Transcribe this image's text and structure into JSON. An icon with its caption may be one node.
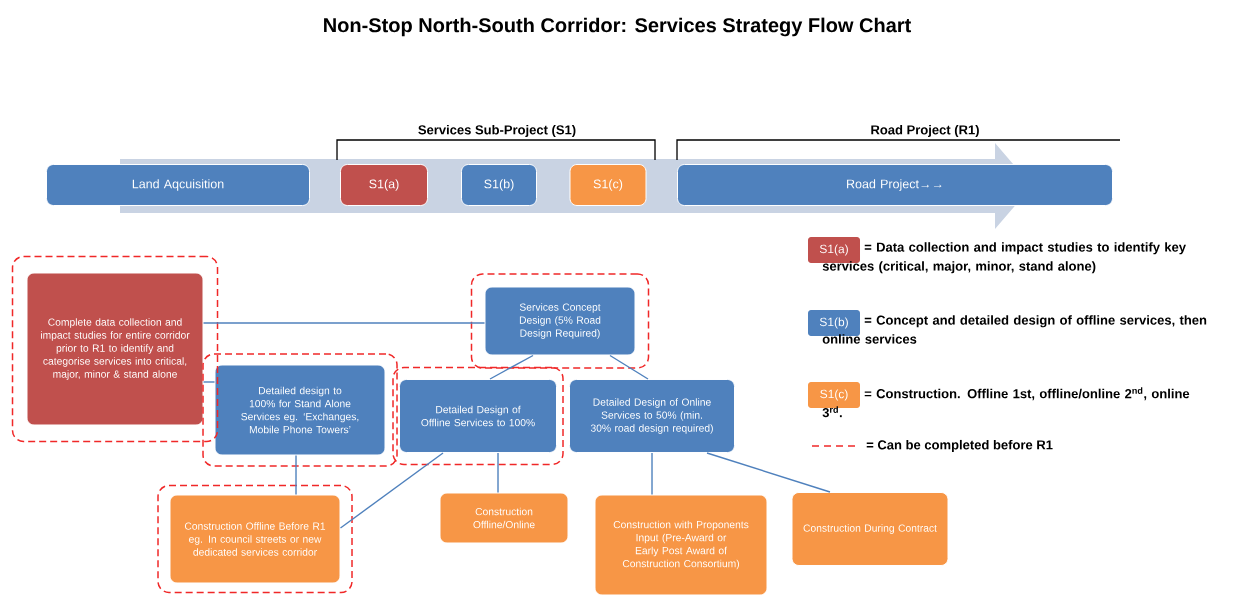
{
  "diagram": {
    "title": "Non-Stop North-South Corridor: Services Strategy Flow Chart",
    "nodes": [
      {
        "text": [
          "Land Aqcuisition"
        ]
      },
      {
        "text": [
          "S1(a)"
        ]
      },
      {
        "text": [
          "S1(b)"
        ]
      },
      {
        "text": [
          "S1(c)"
        ]
      },
      {
        "text": [
          "Road Project→→"
        ]
      },
      {
        "text": [],
        "shape": "box"
      },
      {
        "text": [
          "Complete data collection and impact studies for entire corridor prior to R1 to identify and categorise services into critical, major, minor & stand alone"
        ],
        "in": 5
      },
      {
        "text": [],
        "shape": "box"
      },
      {
        "text": [
          "Services Concept Design (5% Road Design Required)"
        ],
        "in": 7
      },
      {
        "text": [],
        "shape": "box"
      },
      {
        "text": [
          "Detailed design to 100% for Stand Alone Services eg. ‘Exchanges, Mobile Phone Towers’"
        ],
        "in": 9
      },
      {
        "text": [],
        "shape": "box"
      },
      {
        "text": [
          "Detailed Design of Offline Services to 100%"
        ],
        "in": 11
      },
      {
        "text": [
          "Detailed Design of Online Services to 50% (min. 30% road design required)"
        ]
      },
      {
        "text": [],
        "shape": "box"
      },
      {
        "text": [
          "Construction Offline Before R1 eg. In council streets or new dedicated services corridor"
        ],
        "in": 14
      },
      {
        "text": [
          "Construction Offline/Online"
        ]
      },
      {
        "text": [
          "Construction with Proponents Input (Pre-Award or Early Post Award of Construction Consortium)"
        ]
      },
      {
        "text": [
          "Construction During Contract"
        ]
      }
    ],
    "edges": [
      {
        "from": 6,
        "to": 8,
        "arrow": "none"
      },
      {
        "from": 6,
        "to": 10,
        "arrow": "none"
      },
      {
        "from": 8,
        "to": 12,
        "arrow": "none"
      },
      {
        "from": 8,
        "to": 13,
        "arrow": "none"
      },
      {
        "from": 10,
        "to": 15,
        "arrow": "none"
      },
      {
        "from": 12,
        "to": 15,
        "arrow": "none"
      },
      {
        "from": 12,
        "to": 16,
        "arrow": "none"
      },
      {
        "from": 13,
        "to": 17,
        "arrow": "none"
      },
      {
        "from": 13,
        "to": 18,
        "arrow": "none"
      }
    ],
    "labels": [
      "Services Sub-Project (S1)",
      "Road Project (R1)",
      "S1(a)",
      "S1(b)",
      "S1(c)"
    ],
    "legend": [
      {
        "text": "= Data collection and impact studies to identify key services (critical, major, minor, stand alone)",
        "color": "#c0504d"
      },
      {
        "text": "= Concept and detailed design of offline services, then online services",
        "color": "#4f81bd"
      },
      {
        "text": "= Construction. Offline 1st, offline/online 2$^{nd}$, online 3$^{rd}$.",
        "color": "#f79646"
      },
      {
        "text": "= Can be completed before R1"
      }
    ]
  }
}
